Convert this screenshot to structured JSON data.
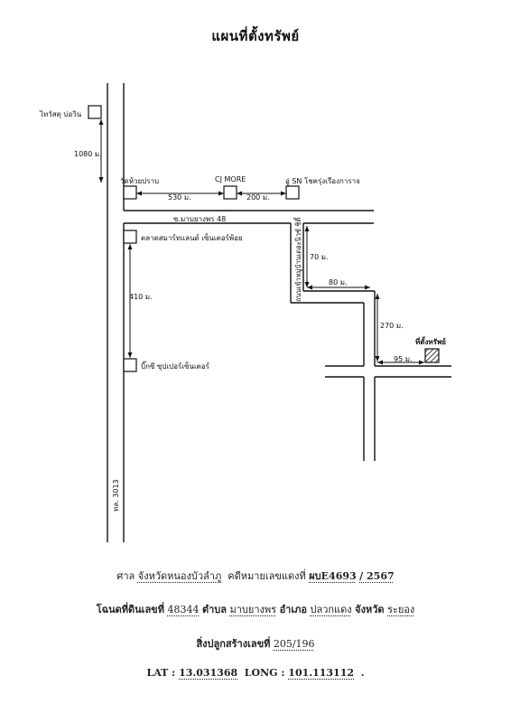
{
  "title": "แผนที่ตั้งทรัพย์",
  "landmarks": {
    "police_box": "ไทวัสดุ บ่อวิน",
    "temple": "วัดห้วยปราบ",
    "cj_more": "CJ MORE",
    "sn_shop": "อู่ SN โชครุ่งเรืองการาจ",
    "market": "ตลาดสมาร์ทแลนด์ เซ็นเตอร์พ้อย",
    "bigc": "บิ๊กซี ซุปเปอร์เซ็นเตอร์",
    "property": "ที่ตั้งทรัพย์"
  },
  "roads": {
    "main_road": "ซ.มาบยางพร 48",
    "highway": "ทล. 3013",
    "side_road": "ถนนเข้าหมู่บ้านเดอะนิวซ์ ซิตี้"
  },
  "distances": {
    "d1080": "1080 ม.",
    "d530": "530 ม.",
    "d200": "200 ม.",
    "d410": "410 ม.",
    "d70": "70 ม.",
    "d80": "80 ม.",
    "d270": "270 ม.",
    "d95": "95 ม."
  },
  "footer": {
    "court_label": "ศาล",
    "court_value": "จังหวัดหนองบัวลำภู",
    "case_label": "คดีหมายเลขแดงที่",
    "case_value": "ผบE4693",
    "case_year": "/ 2567",
    "deed_label": "โฉนดที่ดินเลขที่",
    "deed_value": "48344",
    "subdistrict_label": "ตำบล",
    "subdistrict_value": "มาบยางพร",
    "district_label": "อำเภอ",
    "district_value": "ปลวกแดง",
    "province_label": "จังหวัด",
    "province_value": "ระยอง",
    "building_label": "สิ่งปลูกสร้างเลขที่",
    "building_value": "205/196",
    "lat_label": "LAT :",
    "lat_value": "13.031368",
    "long_label": "LONG :",
    "long_value": "101.113112",
    "end_mark": "."
  }
}
